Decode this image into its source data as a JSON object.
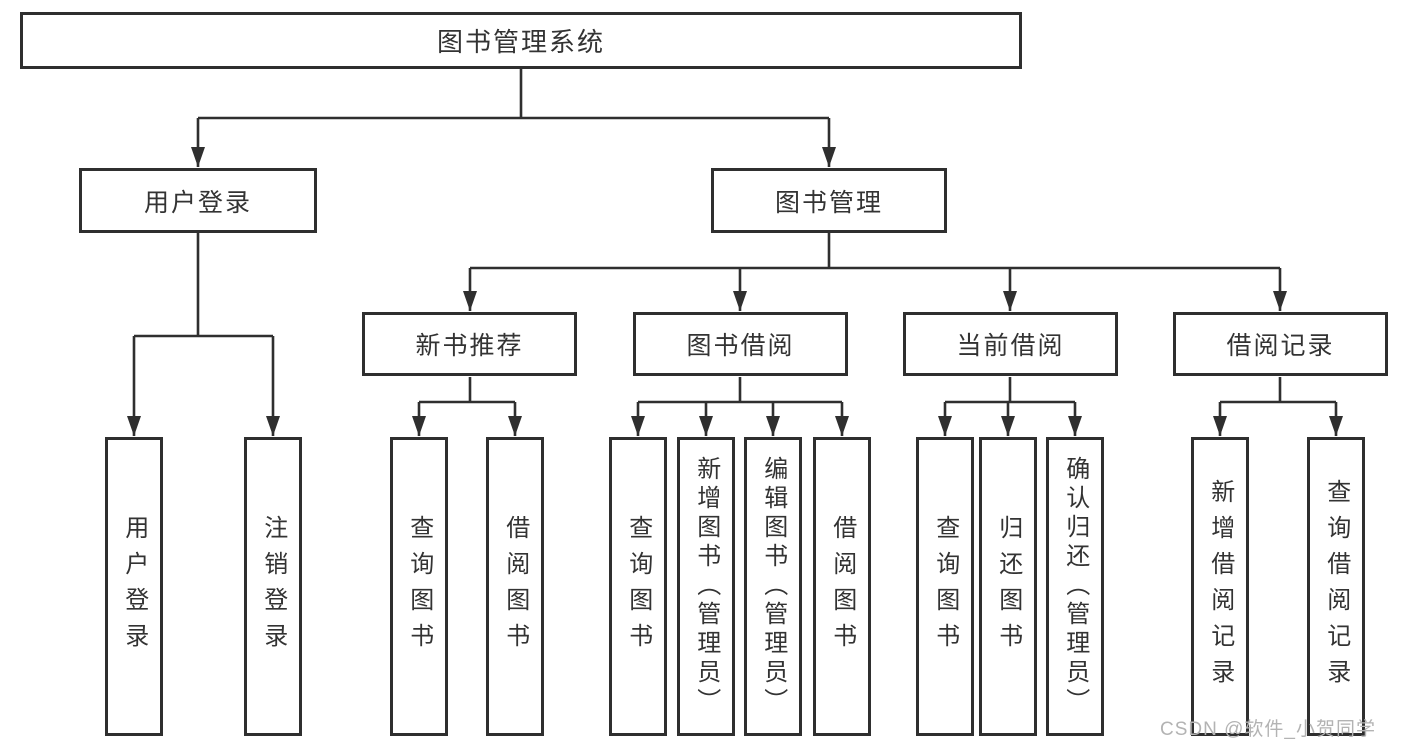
{
  "diagram": {
    "type": "hierarchy-tree",
    "tree": {
      "root": "图书管理系统",
      "children": [
        {
          "label": "用户登录",
          "children": [
            "用户登录",
            "注销登录"
          ]
        },
        {
          "label": "图书管理",
          "children": [
            {
              "label": "新书推荐",
              "children": [
                "查询图书",
                "借阅图书"
              ]
            },
            {
              "label": "图书借阅",
              "children": [
                "查询图书",
                "新增图书（管理员）",
                "编辑图书（管理员）",
                "借阅图书"
              ]
            },
            {
              "label": "当前借阅",
              "children": [
                "查询图书",
                "归还图书",
                "确认归还（管理员）"
              ]
            },
            {
              "label": "借阅记录",
              "children": [
                "新增借阅记录",
                "查询借阅记录"
              ]
            }
          ]
        }
      ]
    }
  },
  "watermark": {
    "text": "CSDN @软件_小贺同学"
  },
  "colors": {
    "line": "#2f2f2f",
    "text": "#333333",
    "box_background": "#ffffff",
    "page_background": "#ffffff",
    "watermark": "#b3b3b3"
  }
}
